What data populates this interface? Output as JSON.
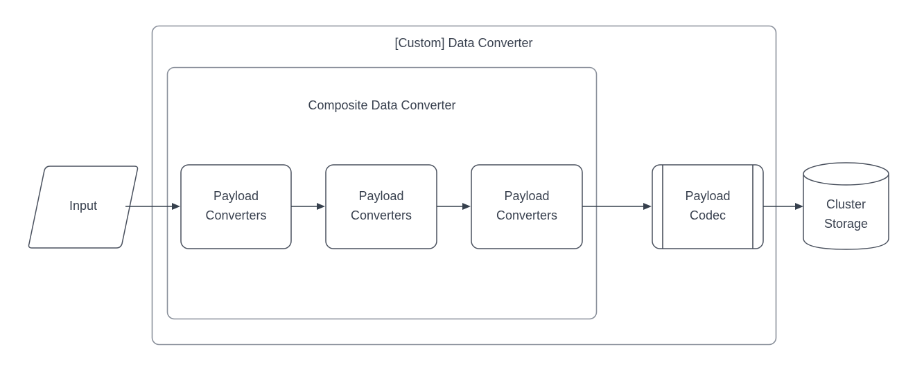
{
  "diagram": {
    "title": "[Custom] Data Converter",
    "background_color": "#ffffff",
    "stroke_color": "#8a909b",
    "text_color": "#39414f",
    "connector_color": "#36404d",
    "containers": [
      {
        "id": "custom-data-converter",
        "label": "[Custom] Data Converter",
        "shape": "rounded-rect"
      },
      {
        "id": "composite-data-converter",
        "label": "Composite Data Converter",
        "shape": "rounded-rect"
      }
    ],
    "nodes": {
      "input": {
        "label": "Input",
        "shape": "parallelogram"
      },
      "payload_converter_1": {
        "line1": "Payload",
        "line2": "Converters",
        "shape": "rounded-rect"
      },
      "payload_converter_2": {
        "line1": "Payload",
        "line2": "Converters",
        "shape": "rounded-rect"
      },
      "payload_converter_3": {
        "line1": "Payload",
        "line2": "Converters",
        "shape": "rounded-rect"
      },
      "payload_codec": {
        "line1": "Payload",
        "line2": "Codec",
        "shape": "subroutine"
      },
      "cluster_storage": {
        "line1": "Cluster",
        "line2": "Storage",
        "shape": "cylinder"
      }
    },
    "edges": [
      {
        "id": "edge-input-to-pc1",
        "from": "input",
        "to": "payload_converter_1",
        "label": ""
      },
      {
        "id": "edge-pc1-to-pc2",
        "from": "payload_converter_1",
        "to": "payload_converter_2",
        "label": ""
      },
      {
        "id": "edge-pc2-to-pc3",
        "from": "payload_converter_2",
        "to": "payload_converter_3",
        "label": ""
      },
      {
        "id": "edge-pc3-to-codec",
        "from": "payload_converter_3",
        "to": "payload_codec",
        "label": ""
      },
      {
        "id": "edge-codec-to-storage",
        "from": "payload_codec",
        "to": "cluster_storage",
        "label": ""
      }
    ]
  }
}
